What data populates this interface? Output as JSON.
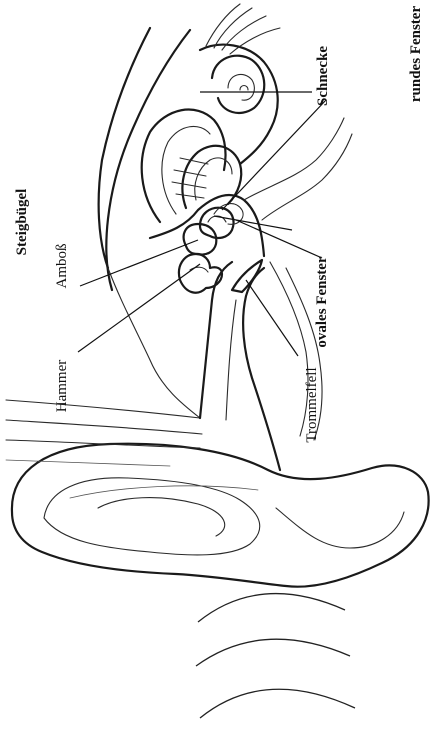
{
  "diagram": {
    "labels": {
      "schnecke": "Schnecke",
      "rundes_fenster": "rundes Fenster",
      "steigbuegel": "Steigbügel",
      "ovales_fenster": "ovales Fenster",
      "amboss": "Amboß",
      "hammer": "Hammer",
      "trommelfell": "Trommelfell"
    }
  }
}
